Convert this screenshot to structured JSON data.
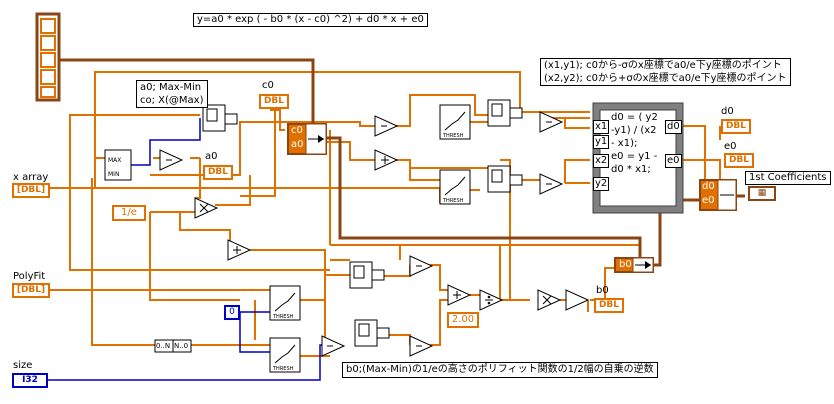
{
  "equation_label": "y=a0 * exp ( - b0 * (x - c0) ^2) + d0 * x + e0",
  "note_points": [
    "(x1,y1); c0から-σのx座標でa0/e下y座標のポイント",
    "(x2,y2); c0から+σのx座標でa0/e下y座標のポイント"
  ],
  "note_b0": "b0;(Max-Min)の1/eの高さのポリフィット関数の1/2幅の自乗の逆数",
  "labels": {
    "a0_max_min": "a0; Max-Min",
    "c0_x_at_max": "co; X(@Max)",
    "c0": "c0",
    "a0": "a0",
    "d0": "d0",
    "e0": "e0",
    "b0": "b0",
    "x_array": "x array",
    "polyfit": "PolyFit",
    "size": "size",
    "first_coefficients": "1st Coefficients"
  },
  "terminal_types": {
    "dbl": "DBL",
    "i32": "I32",
    "array_tag": "[DBL]"
  },
  "constants": {
    "one_over_e": "1/e",
    "two": "2.00",
    "zero": "0",
    "array_index": "0..N",
    "array_index2": "N..0"
  },
  "bundle_items": {
    "unbundle_c0": "c0",
    "unbundle_a0": "a0",
    "bundle_b0": "b0",
    "bundle_d0": "d0",
    "bundle_e0": "e0"
  },
  "formula_node": {
    "inputs": [
      "x1",
      "y1",
      "x2",
      "y2"
    ],
    "outputs": [
      "d0",
      "e0"
    ],
    "code_lines": [
      "d0 = ( y2",
      "-y1) / (x2",
      "- x1);",
      "e0 = y1 -",
      "d0 * x1;"
    ]
  },
  "colors": {
    "wire_dbl": "#e07000",
    "wire_array": "#e07000",
    "wire_int": "#0000c0",
    "wire_cluster": "#8b4513"
  }
}
